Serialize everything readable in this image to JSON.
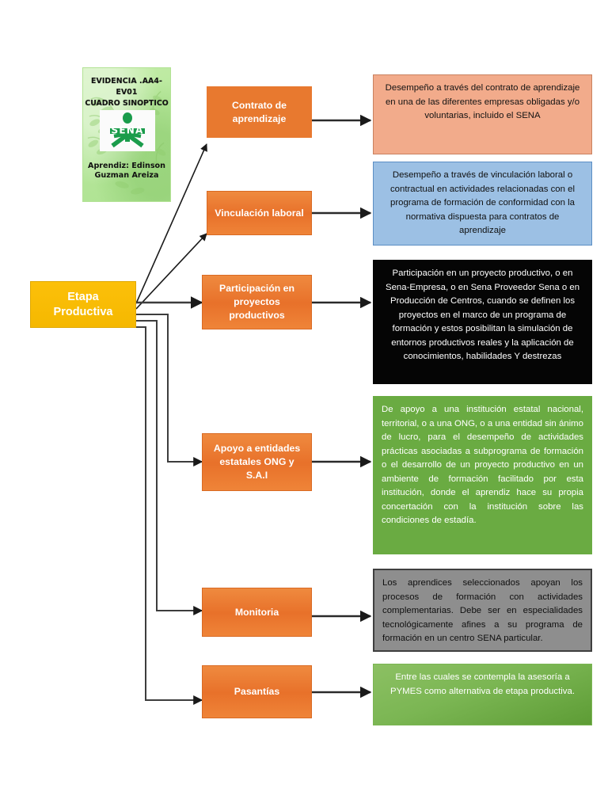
{
  "cover": {
    "title_line1": "EVIDENCIA .AA4-EV01",
    "title_line2": "CUADRO SINOPTICO",
    "logo_name": "sena-logo",
    "logo_text": "SENA",
    "student_line1": "Aprendiz: Edinson",
    "student_line2": "Guzman Areiza"
  },
  "root": {
    "label_line1": "Etapa",
    "label_line2": "Productiva",
    "color": "#fbbc05"
  },
  "categories": [
    {
      "id": "contrato",
      "label": "Contrato de\naprendizaje",
      "color": "#e8792f"
    },
    {
      "id": "vinculacion",
      "label": "Vinculación laboral",
      "color": "#e8792f"
    },
    {
      "id": "proyectos",
      "label": "Participación en\nproyectos\nproductivos",
      "color": "#e8792f"
    },
    {
      "id": "apoyo",
      "label": "Apoyo a entidades\nestatales ONG y\nS.A.I",
      "color": "#e8792f"
    },
    {
      "id": "monitoria",
      "label": "Monitoria",
      "color": "#e8792f"
    },
    {
      "id": "pasantias",
      "label": "Pasantías",
      "color": "#e8792f"
    }
  ],
  "descriptions": [
    {
      "id": "desc-contrato",
      "color": "#f2ab8b",
      "text": "Desempeño a través del contrato de aprendizaje en una de las diferentes empresas obligadas y/o voluntarias, incluido el SENA"
    },
    {
      "id": "desc-vinculacion",
      "color": "#9cc0e4",
      "text": "Desempeño a través de vinculación laboral o contractual en actividades relacionadas con el programa de formación de conformidad con la normativa dispuesta para contratos de aprendizaje"
    },
    {
      "id": "desc-proyectos",
      "color": "#050505",
      "text": "Participación en un proyecto productivo, o en Sena-Empresa, o en Sena Proveedor Sena o en Producción de Centros, cuando se definen los proyectos en el marco de un programa de formación y estos posibilitan la simulación de entornos productivos reales y la aplicación de conocimientos, habilidades Y destrezas"
    },
    {
      "id": "desc-apoyo",
      "color": "#6aab42",
      "text": "De apoyo a una institución estatal nacional, territorial, o a una ONG, o a una entidad sin ánimo de lucro, para el desempeño de actividades prácticas asociadas a subprograma de formación o el desarrollo de un proyecto productivo en un ambiente de formación facilitado por esta institución, donde el aprendiz hace su propia concertación con la institución sobre las condiciones de estadía."
    },
    {
      "id": "desc-monitoria",
      "color": "#8e8e8e",
      "text": "Los aprendices seleccionados apoyan los procesos de formación con actividades complementarias. Debe ser en especialidades tecnológicamente afines a su programa de formación en un centro SENA particular."
    },
    {
      "id": "desc-pasantias",
      "color": "#7bb653",
      "text": "Entre las cuales se contempla la asesoría a PYMES como alternativa de etapa productiva."
    }
  ]
}
